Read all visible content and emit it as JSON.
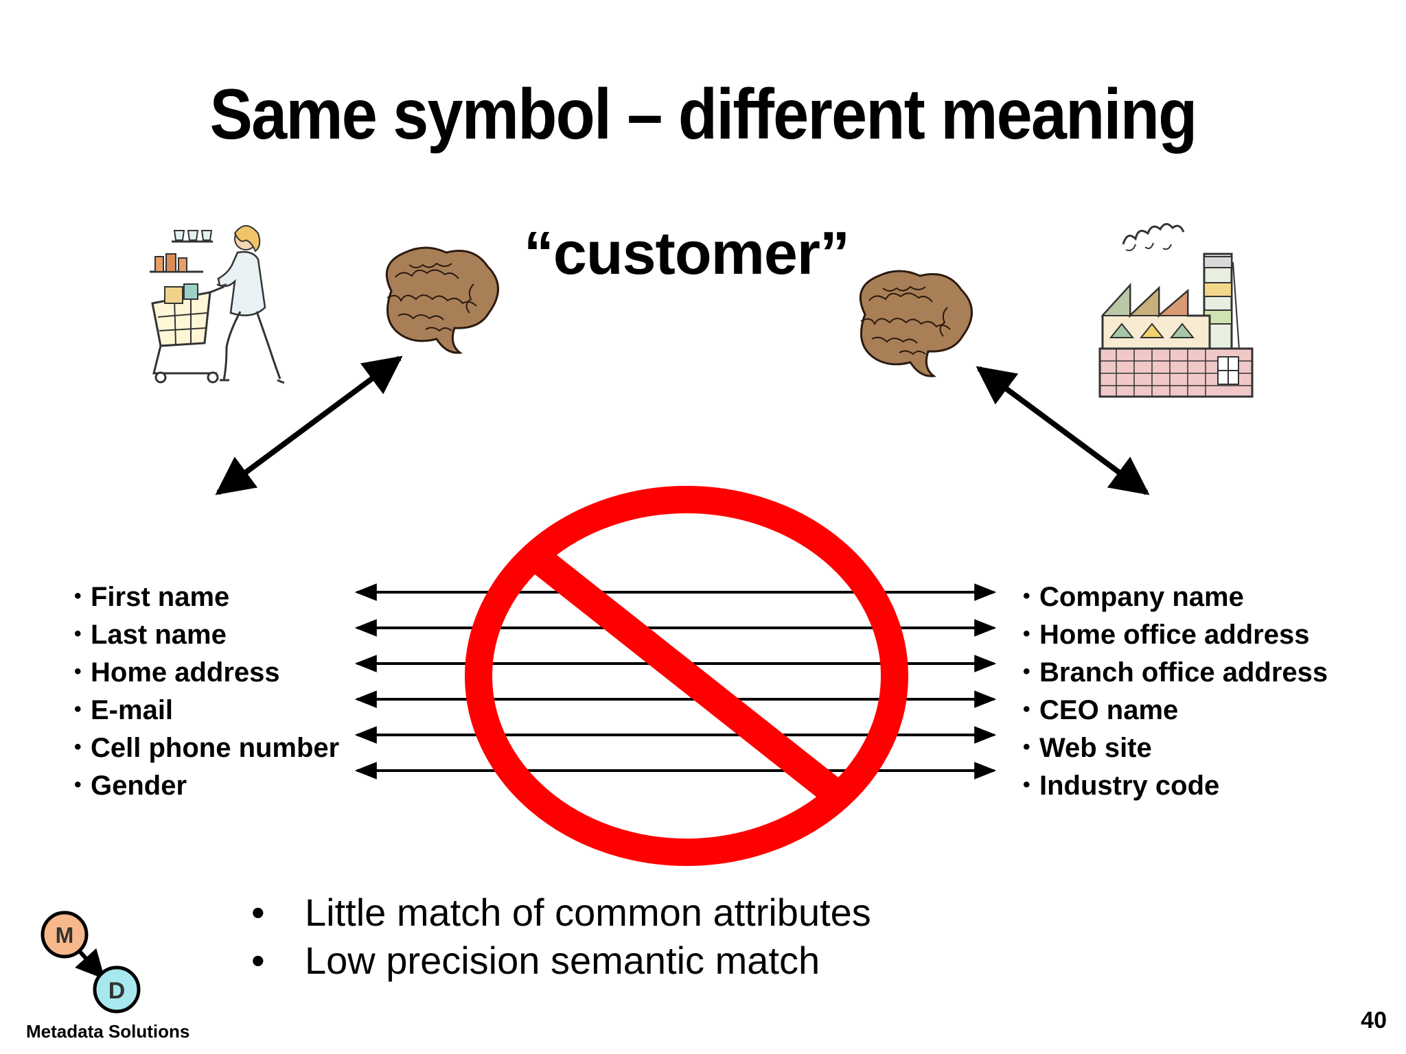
{
  "slide": {
    "title": "Same symbol – different meaning",
    "term": "“customer”",
    "left_attributes": [
      "First name",
      "Last name",
      "Home address",
      "E-mail",
      "Cell phone number",
      "Gender"
    ],
    "right_attributes": [
      "Company name",
      "Home office address",
      "Branch office address",
      "CEO name",
      "Web site",
      "Industry code"
    ],
    "summary": [
      "Little match of common attributes",
      "Low precision semantic match"
    ],
    "page_number": "40"
  },
  "logo": {
    "letter_top": "M",
    "letter_bottom": "D",
    "caption": "Metadata Solutions",
    "color_top": "#f7b98c",
    "color_bottom": "#a7e8ee"
  },
  "icons": {
    "left_person": "shopper-with-cart-icon",
    "right_company": "factory-icon",
    "brain": "brain-icon",
    "prohibition": "no-sign-icon"
  },
  "colors": {
    "prohibition": "#ff0000",
    "text": "#000000"
  }
}
